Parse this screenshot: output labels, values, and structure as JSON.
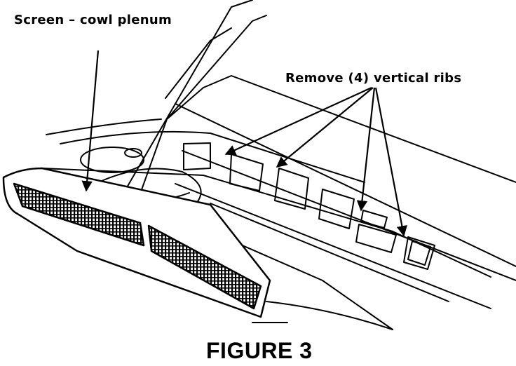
{
  "labels": {
    "screen": "Screen – cowl plenum",
    "ribs": "Remove (4) vertical ribs"
  },
  "caption": "FIGURE 3"
}
